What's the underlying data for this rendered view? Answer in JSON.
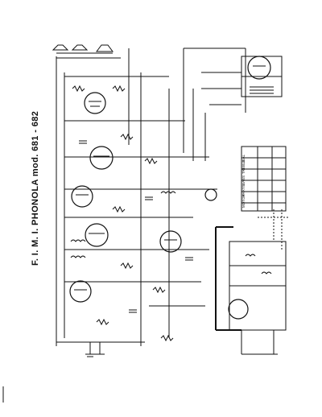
{
  "title": "F. I. M. I. PHONOLA mod. 681 - 682",
  "table": {
    "headers": [
      "MOTOR",
      "PARTS",
      "BASS",
      "TREBLE",
      "DIAL"
    ]
  }
}
